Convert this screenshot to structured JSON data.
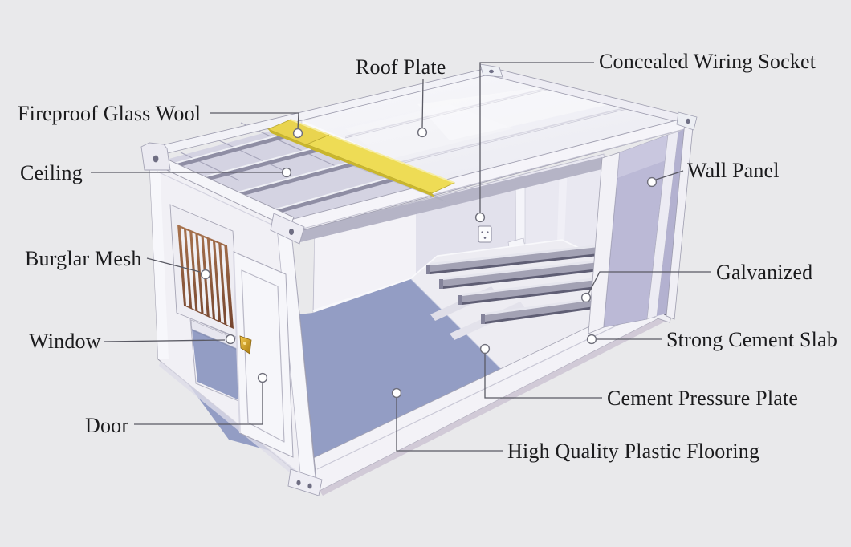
{
  "colors": {
    "background": "#e9e9eb",
    "glass_wool_yellow": "#e9d44f",
    "wall_panel_lavender": "#bbb9d6",
    "plastic_flooring_blue": "#939dc4",
    "label_text": "#1b1b1d"
  },
  "labels": {
    "roof_plate": "Roof Plate",
    "concealed_wiring_socket": "Concealed Wiring Socket",
    "fireproof_glass_wool": "Fireproof Glass Wool",
    "ceiling": "Ceiling",
    "wall_panel": "Wall Panel",
    "burglar_mesh": "Burglar Mesh",
    "galvanized": "Galvanized",
    "window": "Window",
    "strong_cement_slab": "Strong Cement Slab",
    "door": "Door",
    "cement_pressure_plate": "Cement Pressure Plate",
    "high_quality_plastic_flooring": "High Quality Plastic Flooring"
  }
}
